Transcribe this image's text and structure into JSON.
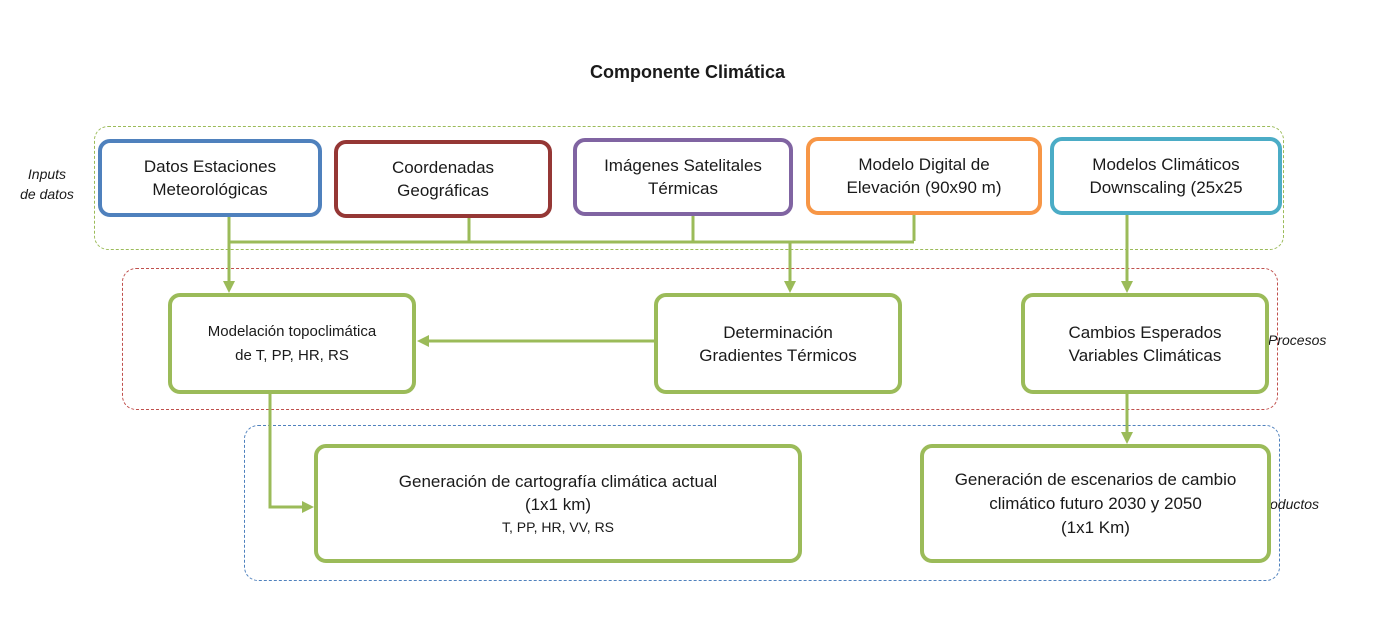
{
  "title": "Componente Climática",
  "groups": {
    "inputs": {
      "label_line1": "Inputs",
      "label_line2": "de datos"
    },
    "procesos": {
      "label": "Procesos"
    },
    "productos": {
      "label": "Productos"
    }
  },
  "inputs": {
    "datos": {
      "line1": "Datos Estaciones",
      "line2": "Meteorológicas"
    },
    "coordenadas": {
      "line1": "Coordenadas",
      "line2": "Geográficas"
    },
    "imagenes": {
      "line1": "Imágenes Satelitales",
      "line2": "Térmicas"
    },
    "mde": {
      "line1": "Modelo Digital de",
      "line2": "Elevación (90x90 m)"
    },
    "modelos": {
      "line1": "Modelos Climáticos",
      "line2": "Downscaling (25x25"
    }
  },
  "procesos": {
    "topo": {
      "line1": "Modelación topoclimática",
      "line2": "de T, PP, HR, RS"
    },
    "gradientes": {
      "line1": "Determinación",
      "line2": "Gradientes Térmicos"
    },
    "cambios": {
      "line1": "Cambios Esperados",
      "line2": "Variables Climáticas"
    }
  },
  "productos": {
    "actual": {
      "line1": "Generación de cartografía climática actual",
      "line2": "(1x1 km)",
      "line3": "T, PP, HR, VV, RS"
    },
    "escenarios": {
      "line1": "Generación de escenarios de cambio",
      "line2": "climático futuro 2030 y 2050",
      "line3": "(1x1 Km)"
    }
  },
  "colors": {
    "green": "#9bbb59",
    "blue": "#4f81bd",
    "red": "#953735",
    "purple": "#8064a2",
    "orange": "#f79646",
    "cyan": "#4bacc6"
  }
}
